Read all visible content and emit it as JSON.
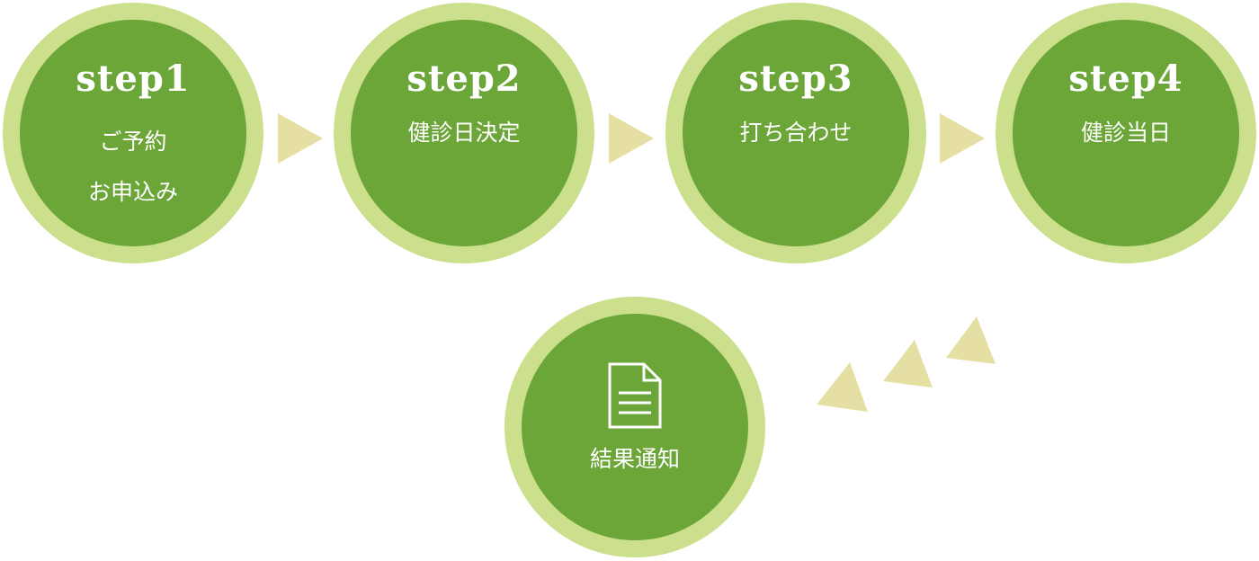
{
  "steps": [
    {
      "title": "step1",
      "text": "ご予約\nお申込み"
    },
    {
      "title": "step2",
      "text": "健診日決定"
    },
    {
      "title": "step3",
      "text": "打ち合わせ"
    },
    {
      "title": "step4",
      "text": "健診当日"
    }
  ],
  "result": {
    "text": "結果通知",
    "icon": "document-icon"
  },
  "colors": {
    "circle_fill": "#6ca638",
    "circle_ring": "#cbdf8c",
    "arrow": "#e6dfa3",
    "text": "#ffffff"
  }
}
